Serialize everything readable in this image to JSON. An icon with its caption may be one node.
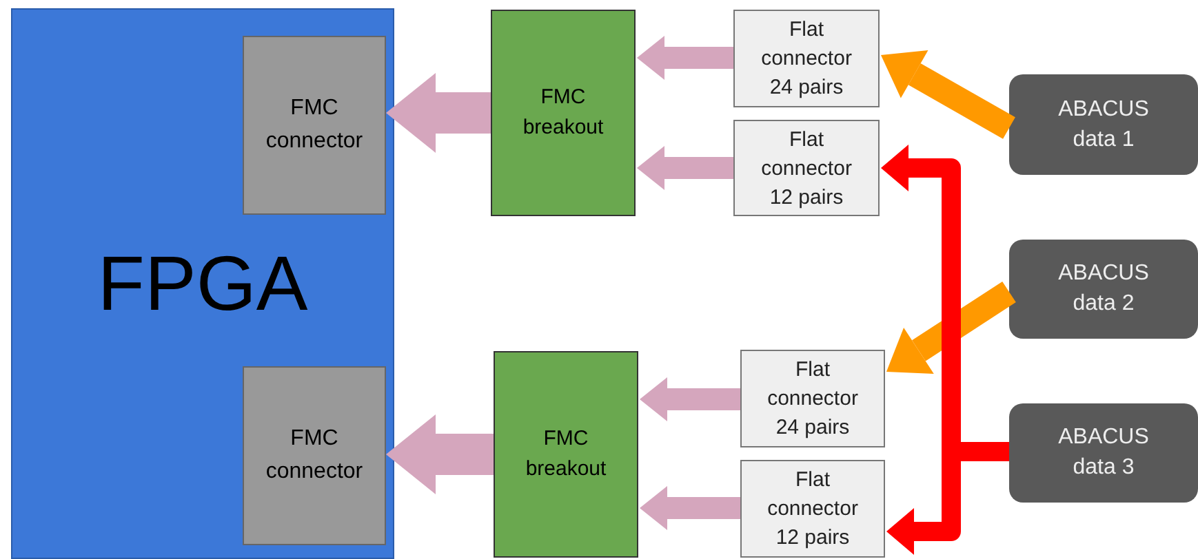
{
  "diagram": {
    "nodes": [
      {
        "text": [
          "FPGA"
        ]
      },
      {
        "text": [
          "FMC connector"
        ],
        "in": 0
      },
      {
        "text": [
          "FMC connector"
        ],
        "in": 0
      },
      {
        "text": [
          "FMC breakout"
        ]
      },
      {
        "text": [
          "FMC breakout"
        ]
      },
      {
        "text": [
          "Flat connector 24 pairs"
        ]
      },
      {
        "text": [
          "Flat connector 12 pairs"
        ]
      },
      {
        "text": [
          "Flat connector 24 pairs"
        ]
      },
      {
        "text": [
          "Flat connector 12 pairs"
        ]
      },
      {
        "text": [
          "ABACUS data 1"
        ]
      },
      {
        "text": [
          "ABACUS data 2"
        ]
      },
      {
        "text": [
          "ABACUS data 3"
        ]
      }
    ],
    "edges": [
      {
        "from": 3,
        "to": 1,
        "arrow": "to",
        "style": "thick"
      },
      {
        "from": 4,
        "to": 2,
        "arrow": "to",
        "style": "thick"
      },
      {
        "from": 5,
        "to": 3,
        "arrow": "to"
      },
      {
        "from": 6,
        "to": 3,
        "arrow": "to"
      },
      {
        "from": 7,
        "to": 4,
        "arrow": "to"
      },
      {
        "from": 8,
        "to": 4,
        "arrow": "to"
      },
      {
        "from": 9,
        "to": 5,
        "arrow": "to",
        "color": "#ff9900"
      },
      {
        "from": 10,
        "to": 7,
        "arrow": "to",
        "color": "#ff9900"
      },
      {
        "from": 11,
        "to": 6,
        "arrow": "to",
        "color": "#ff0000"
      },
      {
        "from": 11,
        "to": 8,
        "arrow": "to",
        "color": "#ff0000"
      }
    ]
  }
}
